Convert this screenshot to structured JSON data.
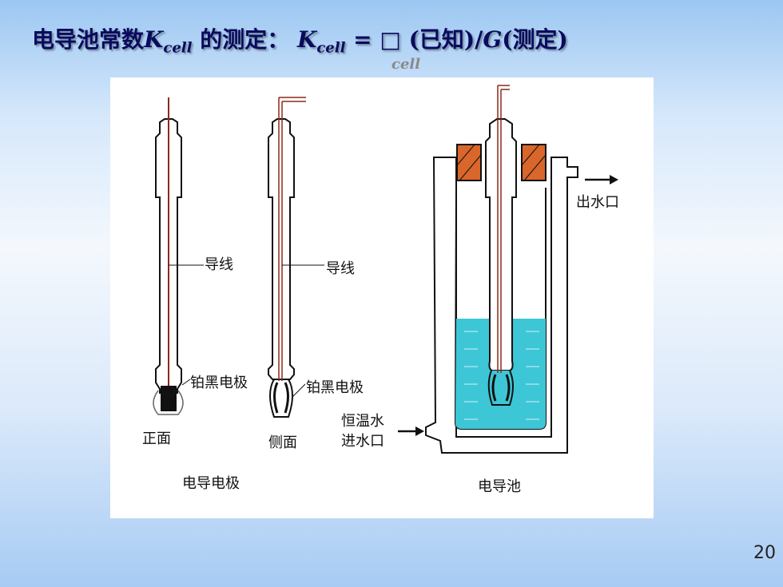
{
  "title": {
    "prefix": "电导池常数",
    "k": "K",
    "sub": "cell",
    "mid": "的测定：",
    "k2": "K",
    "sub2": "cell",
    "eq": "= □",
    "tail1": "(已知)/",
    "g": "G",
    "tail2": "(测定)",
    "ghost": "cell"
  },
  "labels": {
    "wire1": "导线",
    "wire2": "导线",
    "pt1": "铂黑电极",
    "pt2": "铂黑电极",
    "front": "正面",
    "side": "侧面",
    "thermo": "恒温水",
    "inlet": "进水口",
    "outlet": "出水口",
    "electrode_caption": "电导电极",
    "cell_caption": "电导池"
  },
  "page_number": "20",
  "colors": {
    "wire": "#8b2a1a",
    "water": "#3dc6d6",
    "cork": "#d9662a",
    "title": "#0a0a5e"
  }
}
